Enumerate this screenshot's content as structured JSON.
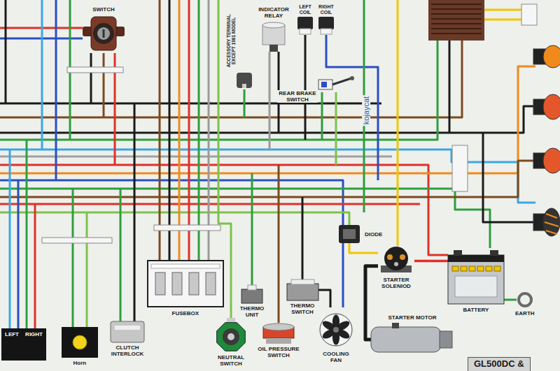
{
  "diagram": {
    "nodes": [
      {
        "text": [
          "SWITCH"
        ]
      },
      {
        "text": [
          "ACCESSORY TERMINAL EXCEPT 1981 MODEL"
        ]
      },
      {
        "text": [
          "INDICATOR RELAY"
        ]
      },
      {
        "text": [
          "LEFT COIL"
        ]
      },
      {
        "text": [
          "RIGHT COIL"
        ]
      },
      {
        "text": [
          "REAR BRAKE SWITCH"
        ]
      },
      {
        "text": [
          "DIODE"
        ]
      },
      {
        "text": [
          "STARTER SOLENIOD"
        ]
      },
      {
        "text": [
          "BATTERY"
        ]
      },
      {
        "text": [
          "FUSEBOX"
        ]
      },
      {
        "text": [
          "THERMO UNIT"
        ]
      },
      {
        "text": [
          "THERMO SWITCH"
        ]
      },
      {
        "text": [
          "EARTH"
        ]
      },
      {
        "text": [
          "CLUTCH INTERLOCK"
        ]
      },
      {
        "text": [
          "NEUTRAL SWITCH"
        ]
      },
      {
        "text": [
          "OIL PRESSURE SWITCH"
        ]
      },
      {
        "text": [
          "COOLING FAN"
        ]
      },
      {
        "text": [
          "STARTER MOTOR"
        ]
      },
      {
        "text": [
          "LEFT",
          "RIGHT"
        ]
      },
      {
        "text": [
          "Horn"
        ]
      },
      {
        "text": [
          "GL500DC &"
        ]
      }
    ],
    "edges": [
      {
        "from": 6,
        "to": 7,
        "arrow": "none"
      },
      {
        "from": 7,
        "to": 8,
        "arrow": "none"
      },
      {
        "from": 8,
        "to": 12,
        "arrow": "none"
      },
      {
        "from": 11,
        "to": 16,
        "arrow": "none"
      },
      {
        "from": 7,
        "to": 17,
        "arrow": "none"
      }
    ],
    "labels": [
      "kojaycat"
    ]
  }
}
